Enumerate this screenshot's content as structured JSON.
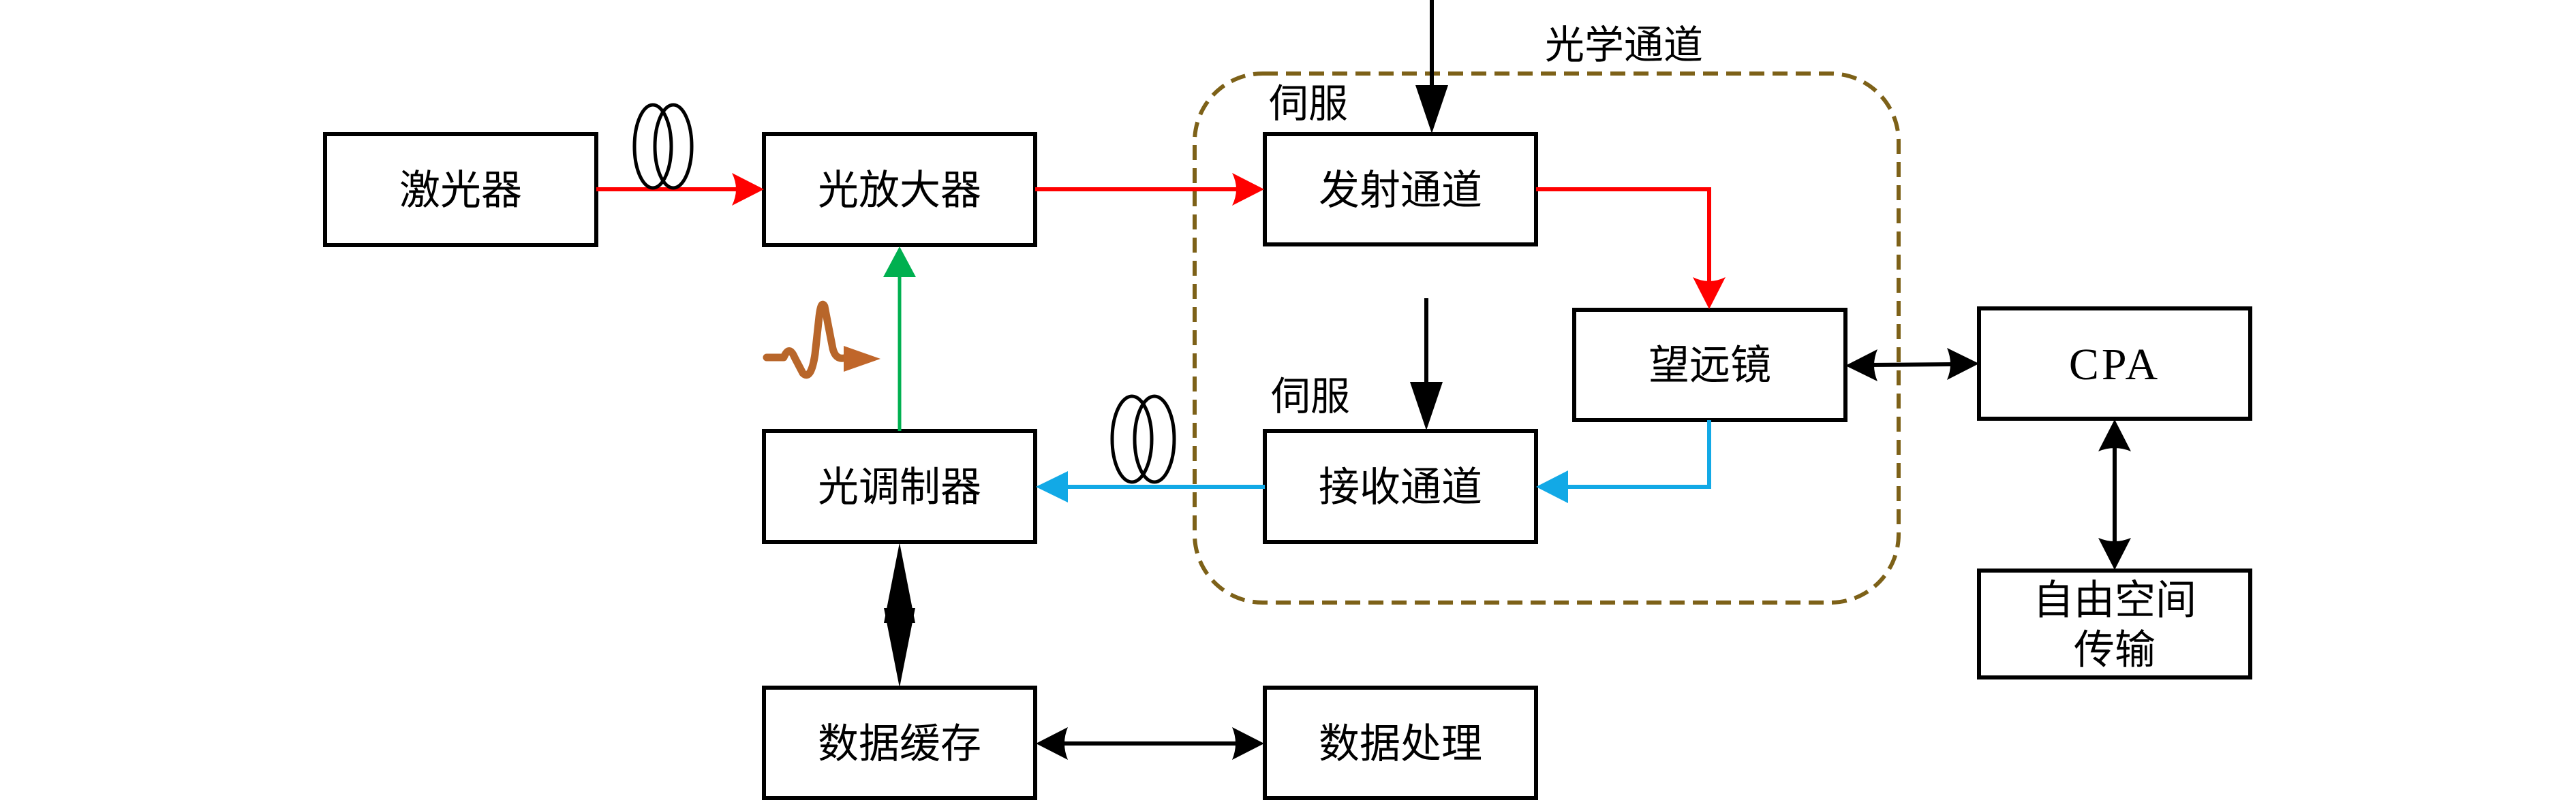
{
  "diagram": {
    "group": {
      "label": "光学通道",
      "border_color": "#7d6118"
    },
    "blocks": {
      "laser": "激光器",
      "amplifier": "光放大器",
      "transmit_channel": "发射通道",
      "telescope": "望远镜",
      "cpa": "CPA",
      "free_space_line1": "自由空间",
      "free_space_line2": "传输",
      "modulator": "光调制器",
      "receive_channel": "接收通道",
      "data_cache": "数据缓存",
      "data_processing": "数据处理"
    },
    "servo_labels": {
      "transmit": "伺服",
      "receive": "伺服"
    },
    "connection_colors": {
      "transmit_path": "#ff0000",
      "receive_path": "#12a9e6",
      "modulation_path": "#00b050",
      "control": "#000000"
    },
    "icons": [
      "fiber-coil-icon",
      "fiber-coil-icon",
      "signal-pulse-icon"
    ]
  }
}
